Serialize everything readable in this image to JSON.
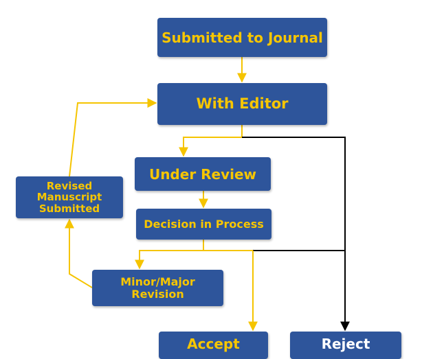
{
  "colors": {
    "box_fill": "#2e559b",
    "box_text_accent": "#f7c600",
    "box_text_reject": "#ffffff",
    "arrow_yellow": "#f5c400",
    "arrow_black": "#000000"
  },
  "nodes": {
    "submitted": "Submitted to Journal",
    "with_editor": "With Editor",
    "under_review": "Under Review",
    "decision": "Decision in Process",
    "revised": "Revised\nManuscript\nSubmitted",
    "revision": "Minor/Major\nRevision",
    "accept": "Accept",
    "reject": "Reject"
  }
}
